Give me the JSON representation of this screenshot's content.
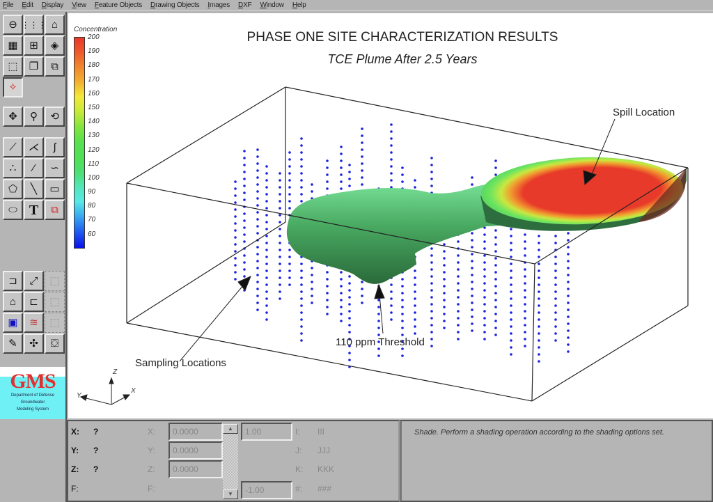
{
  "menubar": {
    "items": [
      "File",
      "Edit",
      "Display",
      "View",
      "Feature Objects",
      "Drawing Objects",
      "Images",
      "DXF",
      "Window",
      "Help"
    ]
  },
  "toolbar": {
    "group1": [
      "view-ortho-icon",
      "view-columns-icon",
      "view-solid-icon",
      "view-grid-icon",
      "view-cells-icon",
      "view-surface-icon",
      "view-box-icon",
      "view-box-filled-icon",
      "view-box-cut-icon",
      "shade-icon"
    ],
    "group2": [
      "pan-icon",
      "zoom-icon",
      "rotate-icon"
    ],
    "group3": [
      "select-arc-icon",
      "select-node-icon",
      "select-vertex-icon",
      "create-points-icon",
      "create-line-icon",
      "create-curve-icon",
      "select-polygon-icon",
      "draw-line-icon",
      "draw-rectangle-icon",
      "draw-ellipse-icon",
      "text-icon",
      "text-select-icon"
    ],
    "text_glyph": "T",
    "group4": [
      "plan-view-icon",
      "oblique-view-icon",
      "front-view-disabled-icon",
      "side-view-icon",
      "side2-view-icon",
      "view-disabled-icon",
      "display-options-icon",
      "contour-options-icon",
      "disabled-tool-icon",
      "brush-icon",
      "frame-icon",
      "lighting-icon"
    ]
  },
  "logo": {
    "title": "GMS",
    "line1": "Department of Defense",
    "line2": "Groundwater",
    "line3": "Modeling System"
  },
  "chart_data": {
    "type": "3d-isosurface",
    "title": "PHASE ONE SITE CHARACTERIZATION RESULTS",
    "subtitle": "TCE Plume After 2.5 Years",
    "legend": {
      "title": "Concentration",
      "ticks": [
        200,
        190,
        180,
        170,
        160,
        150,
        140,
        130,
        120,
        110,
        100,
        90,
        80,
        70,
        60
      ],
      "min": 60,
      "max": 200,
      "colormap": [
        "#e8382a",
        "#f0882e",
        "#f4e83a",
        "#58e050",
        "#5ae8e8",
        "#0a10e8"
      ]
    },
    "annotations": [
      {
        "label": "Spill Location"
      },
      {
        "label": "110 ppm Threshold"
      },
      {
        "label": "Sampling Locations"
      }
    ],
    "threshold_ppm": 110,
    "axes": {
      "x": "X",
      "y": "Y",
      "z": "Z"
    }
  },
  "editbar": {
    "x_label": "X:",
    "x_value": "?",
    "y_label": "Y:",
    "y_value": "?",
    "z_label": "Z:",
    "z_value": "?",
    "f_label": "F:",
    "ex_label": "X:",
    "ex_value": "0.0000",
    "ey_label": "Y:",
    "ey_value": "0.0000",
    "ez_label": "Z:",
    "ez_value": "0.0000",
    "ef_label": "F:",
    "spin_top": "1.00",
    "spin_bottom": "-1.00",
    "i_label": "I:",
    "i_value": "III",
    "j_label": "J:",
    "j_value": "JJJ",
    "k_label": "K:",
    "k_value": "KKK",
    "n_label": "#:",
    "n_value": "###",
    "up_arrow": "▲",
    "down_arrow": "▼"
  },
  "help": {
    "text": "Shade.  Perform a shading operation according to the shading options set."
  }
}
